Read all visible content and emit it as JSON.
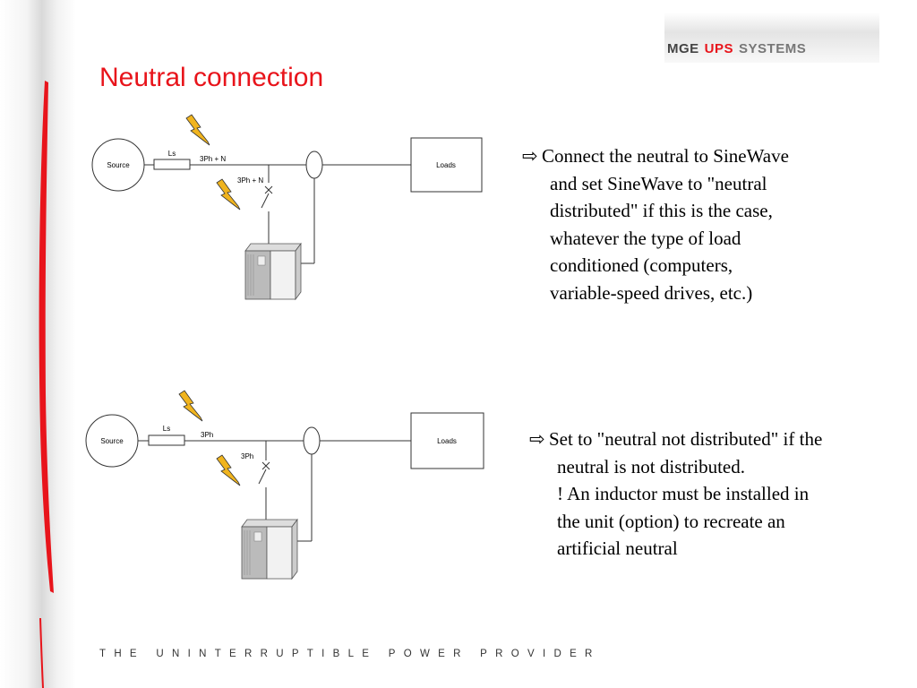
{
  "logo": {
    "mge": "MGE",
    "ups": "UPS",
    "systems": "SYSTEMS"
  },
  "title": "Neutral connection",
  "diagram1": {
    "source": "Source",
    "ls": "Ls",
    "line_label": "3Ph + N",
    "branch_label": "3Ph + N",
    "loads": "Loads"
  },
  "diagram2": {
    "source": "Source",
    "ls": "Ls",
    "line_label": "3Ph",
    "branch_label": "3Ph",
    "loads": "Loads"
  },
  "bullet1": {
    "arrow": "⇨",
    "lines": [
      "Connect the neutral to SineWave",
      "and set SineWave to \"neutral",
      "distributed\" if this is the case,",
      "whatever the type of load",
      "conditioned (computers,",
      "variable-speed drives, etc.)"
    ]
  },
  "bullet2": {
    "arrow": "⇨",
    "lines": [
      "Set to \"neutral not distributed\" if the",
      "neutral is not distributed.",
      "! An inductor must be installed in",
      "the unit (option) to recreate an",
      "artificial neutral"
    ]
  },
  "footer": "THE UNINTERRUPTIBLE POWER PROVIDER",
  "colors": {
    "accent": "#e8141b"
  }
}
